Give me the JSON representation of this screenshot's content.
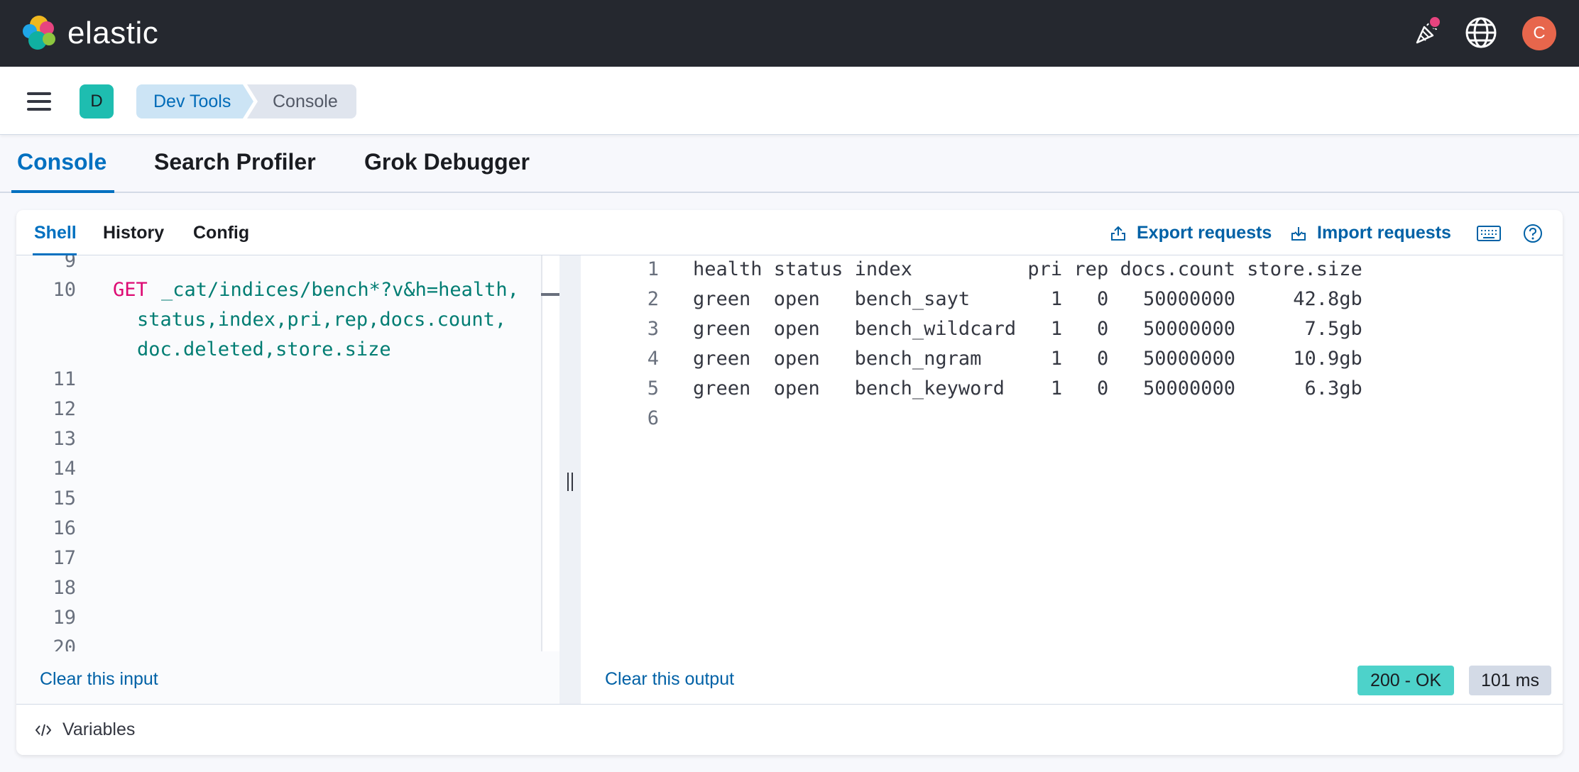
{
  "header": {
    "brand": "elastic",
    "avatar_initial": "C",
    "icons": [
      "news-feed-icon",
      "globe-icon"
    ]
  },
  "subheader": {
    "space_initial": "D",
    "breadcrumbs": [
      "Dev Tools",
      "Console"
    ]
  },
  "main_tabs": [
    {
      "label": "Console",
      "active": true
    },
    {
      "label": "Search Profiler",
      "active": false
    },
    {
      "label": "Grok Debugger",
      "active": false
    }
  ],
  "panel": {
    "tabs": [
      {
        "label": "Shell",
        "active": true
      },
      {
        "label": "History",
        "active": false
      },
      {
        "label": "Config",
        "active": false
      }
    ],
    "export_label": "Export requests",
    "import_label": "Import requests"
  },
  "input_editor": {
    "lines": [
      "9",
      "10",
      "11",
      "12",
      "13",
      "14",
      "15",
      "16",
      "17",
      "18",
      "19",
      "20"
    ],
    "method": "GET",
    "url_line1": "_cat/indices/bench*?v&h=health,",
    "url_line2": "status,index,pri,rep,docs.count,",
    "url_line3": "doc.deleted,store.size",
    "clear_label": "Clear this input"
  },
  "output_editor": {
    "lines": [
      "1",
      "2",
      "3",
      "4",
      "5",
      "6"
    ],
    "rows": [
      "health status index          pri rep docs.count store.size",
      "green  open   bench_sayt       1   0   50000000     42.8gb",
      "green  open   bench_wildcard   1   0   50000000      7.5gb",
      "green  open   bench_ngram      1   0   50000000     10.9gb",
      "green  open   bench_keyword    1   0   50000000      6.3gb",
      ""
    ],
    "clear_label": "Clear this output",
    "status": "200 - OK",
    "time": "101 ms"
  },
  "variables": {
    "label": "Variables"
  },
  "colors": {
    "header_bg": "#25282f",
    "accent": "#0070c0",
    "method": "#dd0a73",
    "url": "#017d73",
    "status_ok": "#4dd2ca"
  }
}
